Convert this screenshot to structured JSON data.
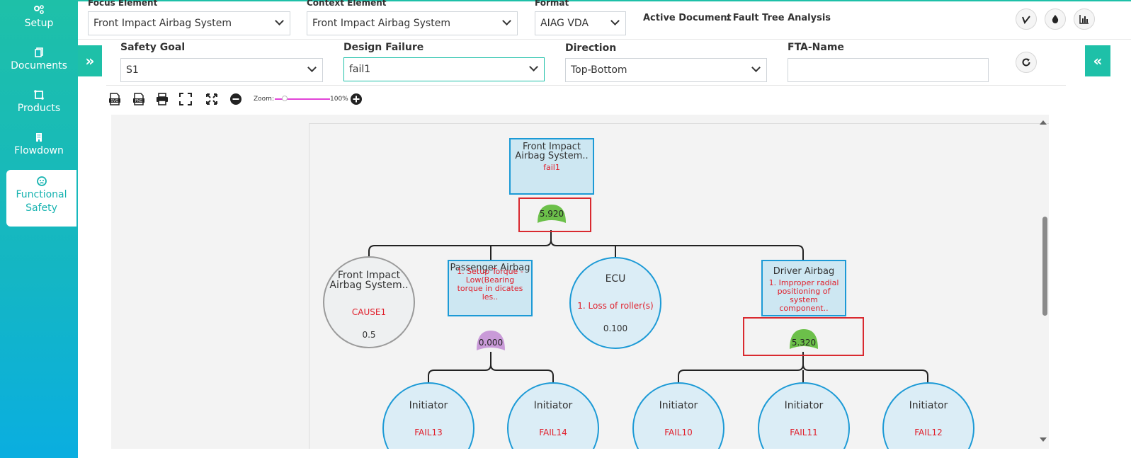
{
  "sidebar": {
    "items": [
      {
        "label": "Setup",
        "icon": "gears-icon"
      },
      {
        "label": "Documents",
        "icon": "documents-icon"
      },
      {
        "label": "Products",
        "icon": "products-icon"
      },
      {
        "label": "Flowdown",
        "icon": "building-icon"
      },
      {
        "label": "Functional\nSafety",
        "icon": "functional-safety-icon",
        "active": true
      }
    ]
  },
  "topbar": {
    "focus_label": "Focus Element",
    "focus_value": "Front Impact Airbag System",
    "context_label": "Context Element",
    "context_value": "Front Impact Airbag System",
    "format_label": "Format",
    "format_value": "AIAG VDA",
    "active_doc_label": "Active Document",
    "active_doc_value": ": Fault Tree Analysis"
  },
  "filters": {
    "safety_goal_label": "Safety Goal",
    "safety_goal_value": "S1",
    "design_failure_label": "Design Failure",
    "design_failure_value": "fail1",
    "direction_label": "Direction",
    "direction_value": "Top-Bottom",
    "fta_name_label": "FTA-Name",
    "fta_name_value": ""
  },
  "toolbar": {
    "zoom_label": "Zoom:",
    "zoom_value": "100%",
    "zoom_level_percent": 100
  },
  "tree": {
    "top": {
      "title": "Front Impact Airbag System..",
      "failure": "fail1",
      "gate_value": "5.920"
    },
    "level1": [
      {
        "title": "Front Impact Airbag System..",
        "cause": "CAUSE1",
        "prob": "0.5"
      },
      {
        "title": "Passenger Airbag",
        "failure": "1. Setup Torque -Low(Bearing torque in dicates les..",
        "gate_value": "0.000"
      },
      {
        "title": "ECU",
        "failure": "1. Loss of roller(s)",
        "prob": "0.100"
      },
      {
        "title": "Driver Airbag",
        "failure": "1. Improper radial positioning of system component..",
        "gate_value": "5.320"
      }
    ],
    "level2": [
      {
        "title": "Initiator",
        "failure": "FAIL13"
      },
      {
        "title": "Initiator",
        "failure": "FAIL14"
      },
      {
        "title": "Initiator",
        "failure": "FAIL10"
      },
      {
        "title": "Initiator",
        "failure": "FAIL11"
      },
      {
        "title": "Initiator",
        "failure": "FAIL12"
      }
    ]
  },
  "colors": {
    "accent": "#1ec0a8",
    "gate_green": "#6cc04a",
    "gate_purple": "#c99ad8",
    "failure_red": "#e0202c",
    "node_border": "#1c9ad6"
  }
}
